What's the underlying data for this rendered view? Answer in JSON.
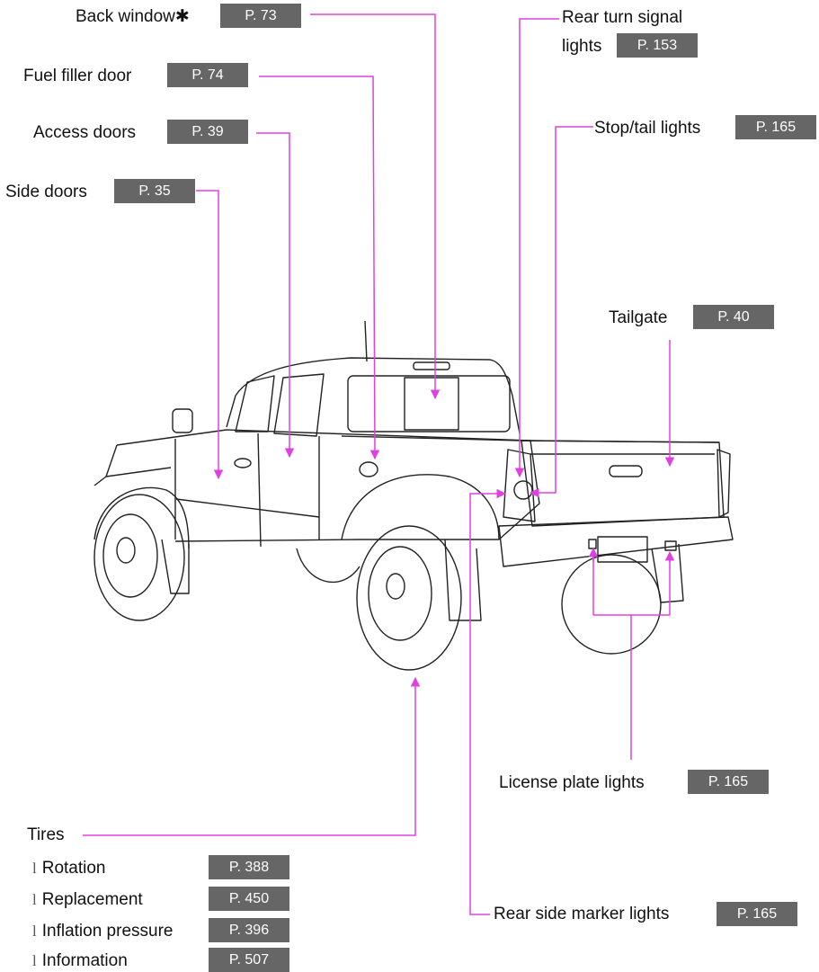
{
  "colors": {
    "leader": "#e040e0",
    "badge_bg": "#666666",
    "badge_text": "#ffffff"
  },
  "callouts": {
    "back_window": {
      "label": "Back window",
      "asterisk": "✱",
      "page": "P. 73"
    },
    "fuel_filler": {
      "label": "Fuel filler door",
      "page": "P. 74"
    },
    "access_doors": {
      "label": "Access doors",
      "page": "P. 39"
    },
    "side_doors": {
      "label": "Side doors",
      "page": "P. 35"
    },
    "rear_turn": {
      "label_line1": "Rear turn signal",
      "label_line2": "lights",
      "page": "P. 153"
    },
    "stop_tail": {
      "label": "Stop/tail lights",
      "page": "P. 165"
    },
    "tailgate": {
      "label": "Tailgate",
      "page": "P. 40"
    },
    "license_plate": {
      "label": "License plate lights",
      "page": "P. 165"
    },
    "rear_side_marker": {
      "label": "Rear side marker lights",
      "page": "P. 165"
    }
  },
  "tires": {
    "title": "Tires",
    "bullet": "l",
    "items": [
      {
        "label": "Rotation",
        "page": "P. 388"
      },
      {
        "label": "Replacement",
        "page": "P. 450"
      },
      {
        "label": "Inflation pressure",
        "page": "P. 396"
      },
      {
        "label": "Information",
        "page": "P. 507"
      }
    ]
  }
}
